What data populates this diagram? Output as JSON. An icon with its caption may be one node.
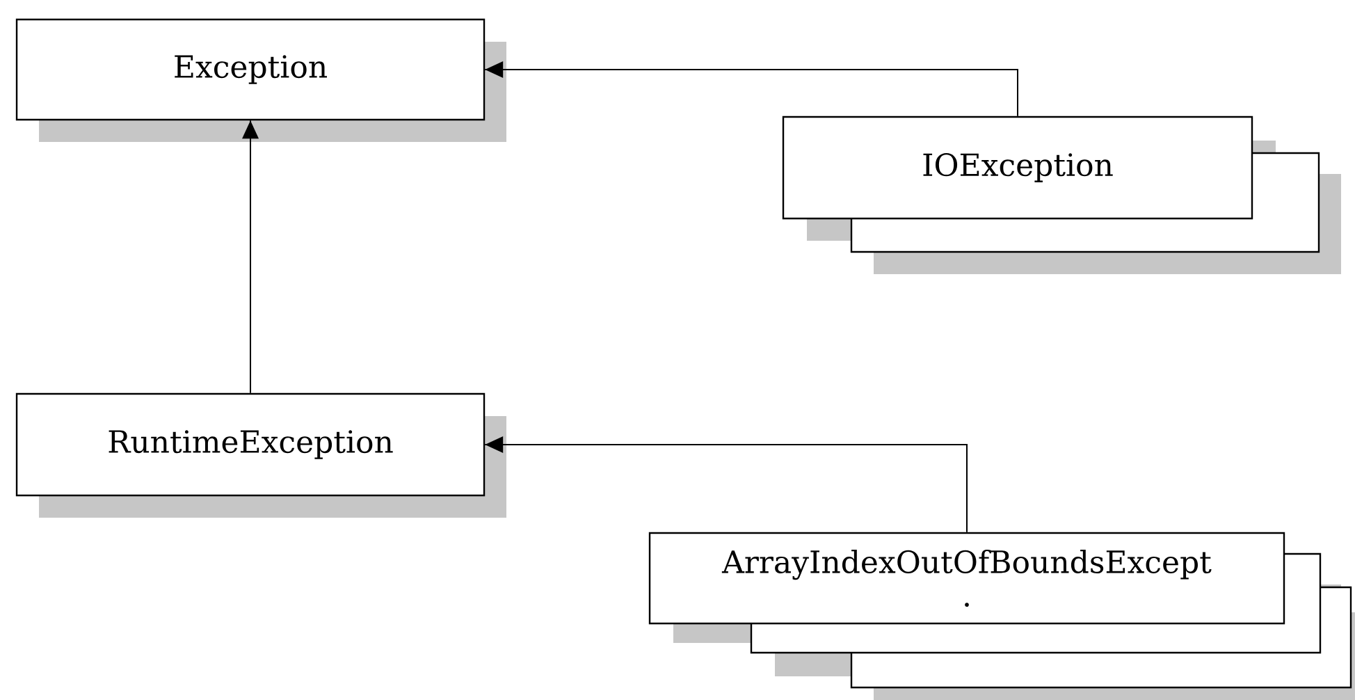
{
  "diagram": {
    "nodes": [
      {
        "text": [
          "Exception"
        ]
      },
      {
        "text": [
          "IOException"
        ]
      },
      {
        "text": [
          "RuntimeException"
        ]
      },
      {
        "text": [
          "ArrayIndexOutOfBoundsExcept ."
        ]
      }
    ],
    "edges": [
      {
        "from": 1,
        "to": 0,
        "arrow": "to"
      },
      {
        "from": 2,
        "to": 0,
        "arrow": "to"
      },
      {
        "from": 3,
        "to": 2,
        "arrow": "to"
      }
    ]
  }
}
